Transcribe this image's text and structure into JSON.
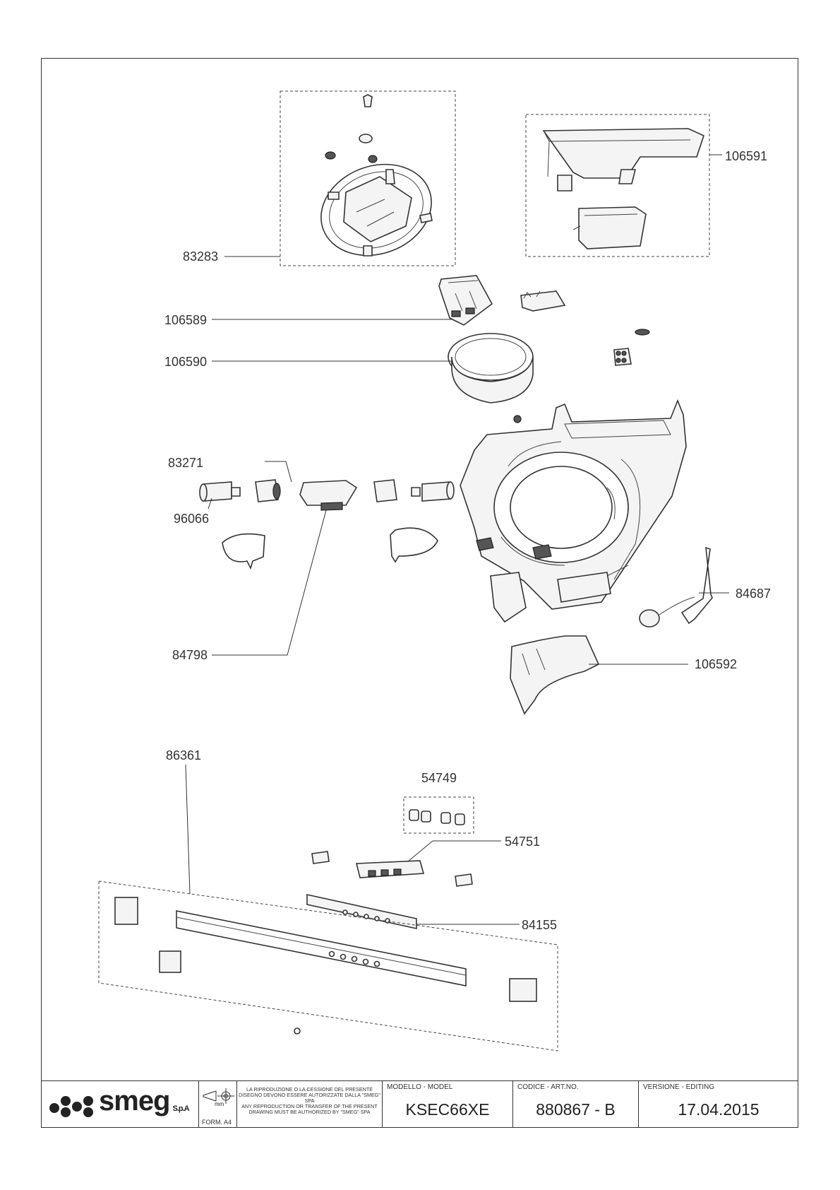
{
  "parts": {
    "p83283": "83283",
    "p106591": "106591",
    "p106589": "106589",
    "p106590": "106590",
    "p83271": "83271",
    "p96066": "96066",
    "p84687": "84687",
    "p84798": "84798",
    "p106592": "106592",
    "p86361": "86361",
    "p54749": "54749",
    "p54751": "54751",
    "p84155": "84155"
  },
  "title_block": {
    "brand": "smeg",
    "brand_suffix": "S.p.A",
    "unit": "mm",
    "form": "FORM. A4",
    "legal_it": "LA RIPRODUZIONE O LA CESSIONE DEL PRESENTE DISEGNO DEVONO ESSERE AUTORIZZATE DALLA \"SMEG\" SPA",
    "legal_en": "ANY REPRODUCTION OR TRANSFER OF THE PRESENT DRAWING MUST BE AUTHORIZED BY \"SMEG\" SPA",
    "model_label": "MODELLO - MODEL",
    "model_value": "KSEC66XE",
    "code_label": "CODICE - ART.NO.",
    "code_value": "880867 - B",
    "version_label": "VERSIONE - EDITING",
    "version_value": "17.04.2015"
  }
}
